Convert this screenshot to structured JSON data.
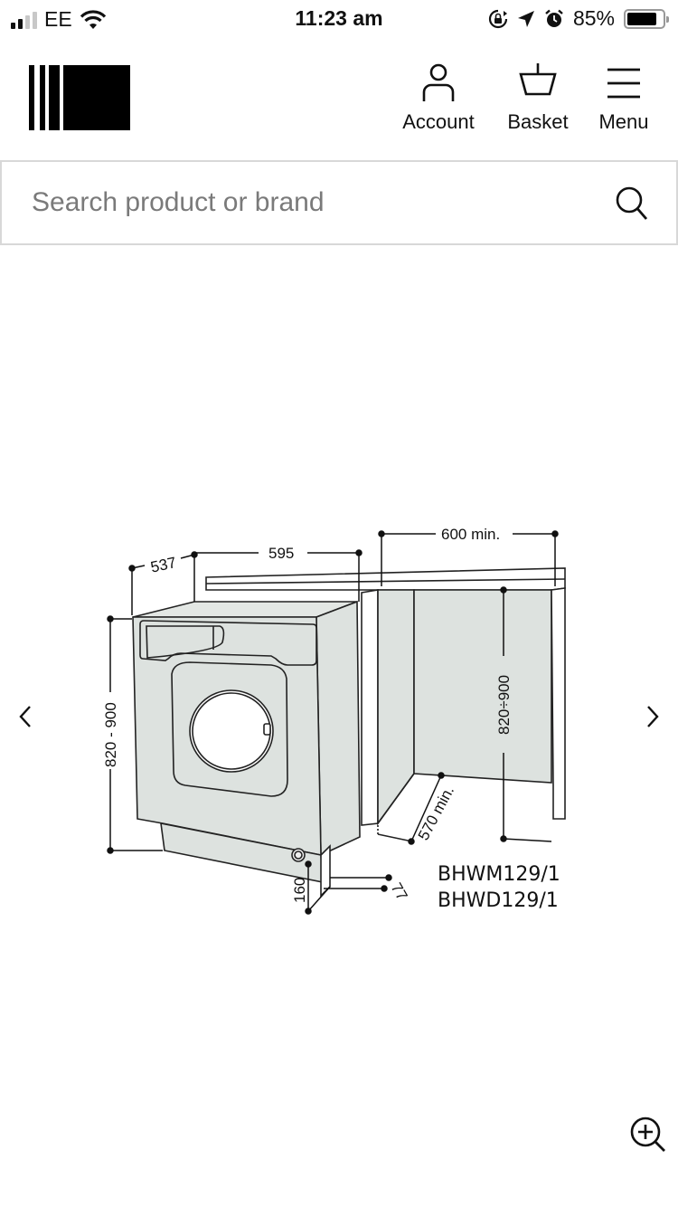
{
  "status_bar": {
    "carrier": "EE",
    "time": "11:23 am",
    "battery_percent": "85%",
    "signal_bars_active": 2,
    "signal_bars_total": 4,
    "icons": [
      "signal-icon",
      "wifi-icon",
      "rotation-lock-icon",
      "location-icon",
      "alarm-icon",
      "battery-icon"
    ]
  },
  "header": {
    "logo": "brand-logo",
    "nav": [
      {
        "label": "Account",
        "icon": "account-icon"
      },
      {
        "label": "Basket",
        "icon": "basket-icon"
      },
      {
        "label": "Menu",
        "icon": "menu-icon"
      }
    ]
  },
  "search": {
    "placeholder": "Search product or brand",
    "value": "",
    "icon": "search-icon"
  },
  "gallery": {
    "prev_icon": "chevron-left-icon",
    "next_icon": "chevron-right-icon",
    "zoom_icon": "zoom-in-icon",
    "diagram": {
      "dimensions": {
        "depth": "537",
        "width": "595",
        "niche_width": "600 min.",
        "height": "820 - 900",
        "niche_height": "820÷900",
        "niche_depth": "570 min.",
        "inlet_height": "160",
        "inlet_offset": "77"
      },
      "models": [
        "BHWM129/1",
        "BHWD129/1"
      ],
      "colors": {
        "fill": "#dde2df",
        "line": "#222222"
      }
    }
  }
}
